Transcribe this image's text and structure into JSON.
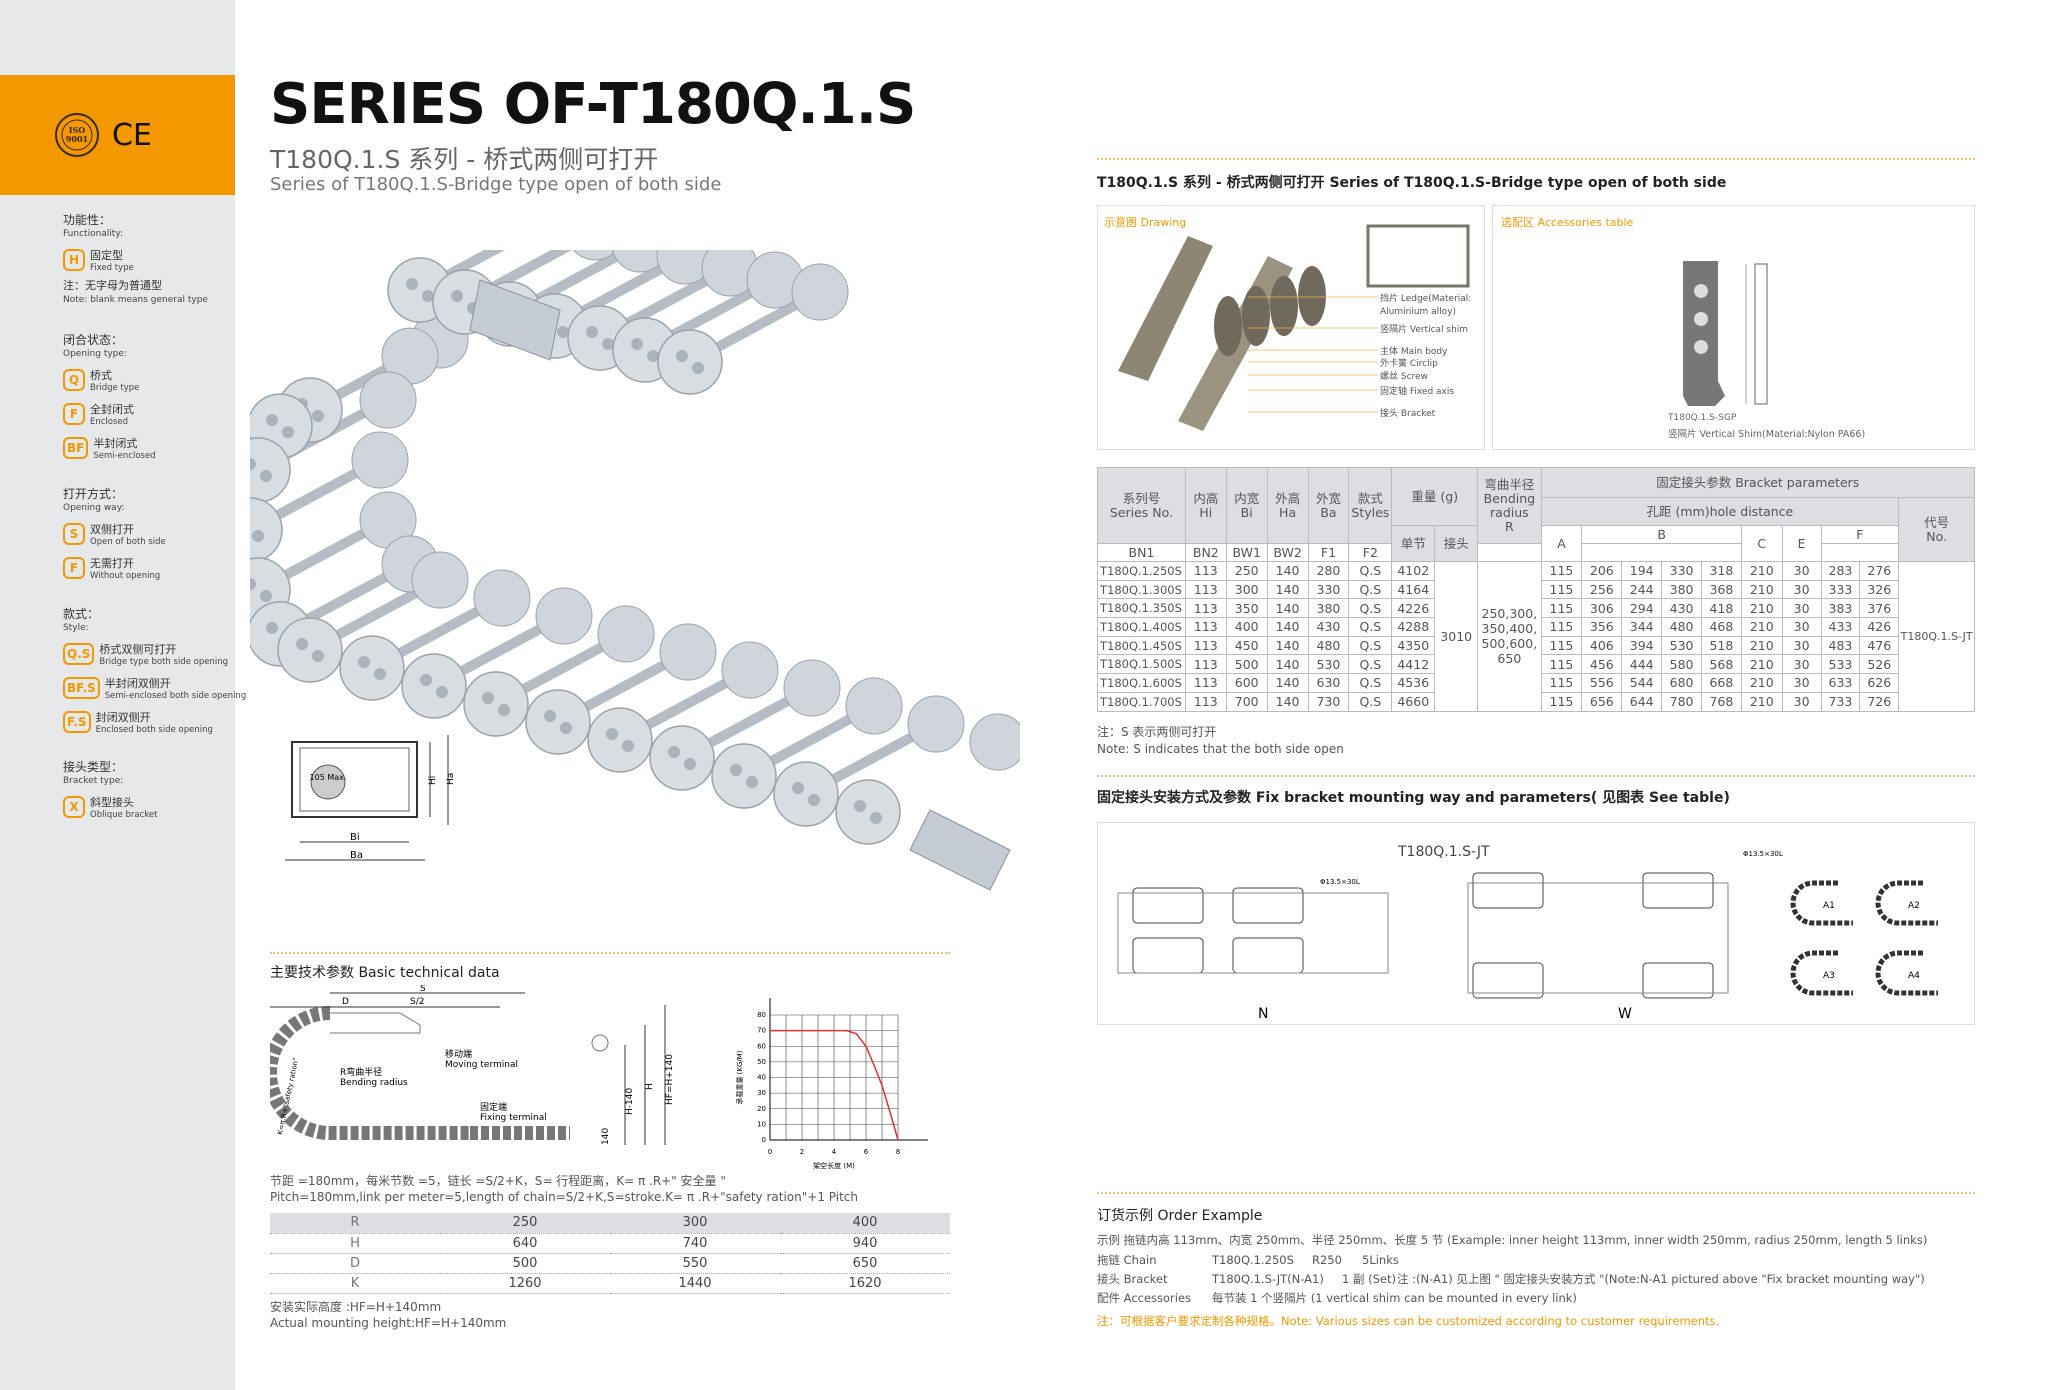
{
  "brand": {
    "certs": [
      "ISO 9001",
      "CE"
    ],
    "accent": "#f39800"
  },
  "header": {
    "title": "SERIES OF-T180Q.1.S",
    "subtitle_cn": "T180Q.1.S 系列 - 桥式两侧可打开",
    "subtitle_en": "Series of T180Q.1.S-Bridge type open of both side"
  },
  "sidebar": {
    "groups": [
      {
        "cn": "功能性：",
        "en": "Functionality:",
        "options": [
          {
            "code": "H",
            "cn": "固定型",
            "en": "Fixed type"
          }
        ],
        "note_cn": "注：无字母为普通型",
        "note_en": "Note: blank means general type"
      },
      {
        "cn": "闭合状态：",
        "en": "Opening type:",
        "options": [
          {
            "code": "Q",
            "cn": "桥式",
            "en": "Bridge type"
          },
          {
            "code": "F",
            "cn": "全封闭式",
            "en": "Enclosed"
          },
          {
            "code": "BF",
            "cn": "半封闭式",
            "en": "Semi-enclosed"
          }
        ]
      },
      {
        "cn": "打开方式：",
        "en": "Opening way:",
        "options": [
          {
            "code": "S",
            "cn": "双侧打开",
            "en": "Open of both side"
          },
          {
            "code": "F",
            "cn": "无需打开",
            "en": "Without opening"
          }
        ]
      },
      {
        "cn": "款式：",
        "en": "Style:",
        "options": [
          {
            "code": "Q.S",
            "cn": "桥式双侧可打开",
            "en": "Bridge type both side opening"
          },
          {
            "code": "BF.S",
            "cn": "半封闭双侧开",
            "en": "Semi-enclosed both side opening"
          },
          {
            "code": "F.S",
            "cn": "封闭双侧开",
            "en": "Enclosed both side opening"
          }
        ]
      },
      {
        "cn": "接头类型：",
        "en": "Bracket type:",
        "options": [
          {
            "code": "X",
            "cn": "斜型接头",
            "en": "Oblique bracket"
          }
        ]
      }
    ]
  },
  "section_view": {
    "max": "105 Max.",
    "labels": [
      "Hi",
      "Ha",
      "Bi",
      "Ba"
    ]
  },
  "basic": {
    "heading": "主要技术参数 Basic technical data",
    "diagram": {
      "S": "S",
      "S2": "S/2",
      "D": "D",
      "moving_cn": "移动端",
      "moving_en": "Moving terminal",
      "fixing_cn": "固定端",
      "fixing_en": "Fixing terminal",
      "bend_cn": "R弯曲半径",
      "bend_en": "Bending radius",
      "h140": "H-140",
      "h": "H",
      "hf": "HF=H+140",
      "d140": "140",
      "k": "K=π.R+\"safety ration\""
    },
    "formula_cn": "节距 =180mm，每米节数 =5，链长 =S/2+K，S= 行程距离，K= π .R+\" 安全量 \"",
    "formula_en": "Pitch=180mm,link per meter=5,length of chain=S/2+K,S=stroke.K= π .R+\"safety ration\"+1 Pitch",
    "table": [
      [
        "R",
        "250",
        "300",
        "400"
      ],
      [
        "H",
        "640",
        "740",
        "940"
      ],
      [
        "D",
        "500",
        "550",
        "650"
      ],
      [
        "K",
        "1260",
        "1440",
        "1620"
      ]
    ],
    "mount_cn": "安装实际高度 :HF=H+140mm",
    "mount_en": "Actual mounting height:HF=H+140mm"
  },
  "chart_data": {
    "type": "line",
    "title": "",
    "xlabel": "架空长度 (M)",
    "ylabel": "承载重量 (KG/M)",
    "xlim": [
      0,
      8
    ],
    "ylim": [
      0,
      80
    ],
    "xticks": [
      0,
      2,
      4,
      6,
      8
    ],
    "yticks": [
      0,
      10,
      20,
      30,
      40,
      50,
      60,
      70,
      80
    ],
    "grid": true,
    "series": [
      {
        "name": "load",
        "x": [
          0,
          4,
          4.8,
          5.4,
          6,
          6.5,
          7,
          7.5,
          8
        ],
        "y": [
          70,
          70,
          70,
          68,
          60,
          48,
          35,
          18,
          0
        ],
        "color": "#e03030"
      }
    ]
  },
  "right": {
    "heading": "T180Q.1.S 系列 - 桥式两侧可打开 Series of T180Q.1.S-Bridge type open of both side",
    "drawing": {
      "title": "示意图 Drawing",
      "parts": [
        "挡片 Ledge(Material:",
        "Aluminium alloy)",
        "竖隔片 Vertical shim",
        "主体 Main body",
        "外卡簧 Circlip",
        "螺丝 Screw",
        "固定轴 Fixed axis",
        "接头 Bracket"
      ]
    },
    "accessories": {
      "title": "选配区 Accessories table",
      "code": "T180Q.1.S-SGP",
      "desc": "竖隔片 Vertical Shim(Material:Nylon PA66)"
    },
    "table": {
      "h": {
        "series": "系列号",
        "series_en": "Series No.",
        "hi": "内高",
        "hi_en": "Hi",
        "bi": "内宽",
        "bi_en": "Bi",
        "ha": "外高",
        "ha_en": "Ha",
        "ba": "外宽",
        "ba_en": "Ba",
        "styles": "款式",
        "styles_en": "Styles",
        "weight": "重量 (g)",
        "single": "单节",
        "joint": "接头",
        "bend": "弯曲半径",
        "bend_en": "Bending radius",
        "bend_r": "R",
        "bracket": "固定接头参数 Bracket parameters",
        "hole": "孔距 (mm)hole distance",
        "A": "A",
        "B": "B",
        "BN1": "BN1",
        "BN2": "BN2",
        "BW1": "BW1",
        "BW2": "BW2",
        "C": "C",
        "E": "E",
        "F": "F",
        "F1": "F1",
        "F2": "F2",
        "no": "代号",
        "no_en": "No."
      },
      "joint_weight": "3010",
      "radius": "250,300, 350,400, 500,600, 650",
      "code": "T180Q.1.S-JT",
      "rows": [
        [
          "T180Q.1.250S",
          "113",
          "250",
          "140",
          "280",
          "Q.S",
          "4102",
          "115",
          "206",
          "194",
          "330",
          "318",
          "210",
          "30",
          "283",
          "276"
        ],
        [
          "T180Q.1.300S",
          "113",
          "300",
          "140",
          "330",
          "Q.S",
          "4164",
          "115",
          "256",
          "244",
          "380",
          "368",
          "210",
          "30",
          "333",
          "326"
        ],
        [
          "T180Q.1.350S",
          "113",
          "350",
          "140",
          "380",
          "Q.S",
          "4226",
          "115",
          "306",
          "294",
          "430",
          "418",
          "210",
          "30",
          "383",
          "376"
        ],
        [
          "T180Q.1.400S",
          "113",
          "400",
          "140",
          "430",
          "Q.S",
          "4288",
          "115",
          "356",
          "344",
          "480",
          "468",
          "210",
          "30",
          "433",
          "426"
        ],
        [
          "T180Q.1.450S",
          "113",
          "450",
          "140",
          "480",
          "Q.S",
          "4350",
          "115",
          "406",
          "394",
          "530",
          "518",
          "210",
          "30",
          "483",
          "476"
        ],
        [
          "T180Q.1.500S",
          "113",
          "500",
          "140",
          "530",
          "Q.S",
          "4412",
          "115",
          "456",
          "444",
          "580",
          "568",
          "210",
          "30",
          "533",
          "526"
        ],
        [
          "T180Q.1.600S",
          "113",
          "600",
          "140",
          "630",
          "Q.S",
          "4536",
          "115",
          "556",
          "544",
          "680",
          "668",
          "210",
          "30",
          "633",
          "626"
        ],
        [
          "T180Q.1.700S",
          "113",
          "700",
          "140",
          "730",
          "Q.S",
          "4660",
          "115",
          "656",
          "644",
          "780",
          "768",
          "210",
          "30",
          "733",
          "726"
        ]
      ]
    },
    "note_cn": "注：S 表示两侧可打开",
    "note_en": "Note: S indicates that the both side open",
    "mount_heading": "固定接头安装方式及参数 Fix bracket mounting way and parameters( 见图表 See table)",
    "mount": {
      "title": "T180Q.1.S-JT",
      "N": "N",
      "W": "W",
      "hole": "Φ13.5×30L",
      "variants": [
        "A1",
        "A2",
        "A3",
        "A4"
      ]
    },
    "order": {
      "heading": "订货示例 Order Example",
      "example": "示例  拖链内高 113mm、内宽 250mm、半径 250mm、长度 5 节 (Example: inner height 113mm, inner width 250mm, radius 250mm, length 5 links)",
      "chain": [
        "拖链 Chain",
        "T180Q.1.250S",
        "R250",
        "5Links"
      ],
      "bracket": [
        "接头 Bracket",
        "T180Q.1.S-JT(N-A1)",
        "1 副 (Set)",
        "注 :(N-A1) 见上图 \" 固定接头安装方式 \"(Note:N-A1 pictured above \"Fix bracket mounting way\")"
      ],
      "accessories": [
        "配件 Accessories",
        "每节装 1 个竖隔片 (1 vertical shim can be mounted in every link)"
      ],
      "custom": "注：可根据客户要求定制各种规格。Note: Various sizes can be customized according to customer requirements."
    }
  }
}
